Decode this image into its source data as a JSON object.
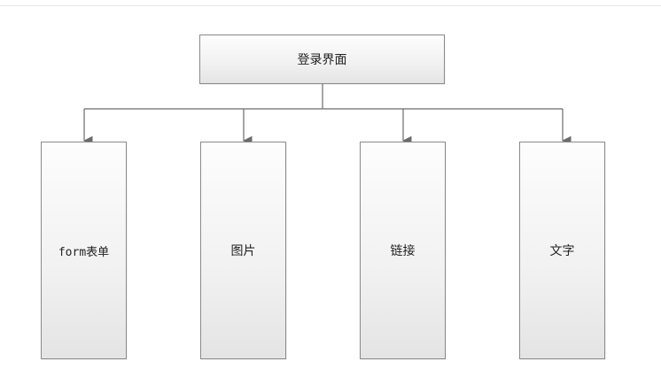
{
  "diagram": {
    "root": {
      "label": "登录界面"
    },
    "children": [
      {
        "label": "form表单"
      },
      {
        "label": "图片"
      },
      {
        "label": "链接"
      },
      {
        "label": "文字"
      }
    ],
    "colors": {
      "line": "#6b6b6b",
      "border": "#8a8a8a",
      "fill_top": "#fdfdfd",
      "fill_bottom": "#e4e4e4"
    }
  }
}
